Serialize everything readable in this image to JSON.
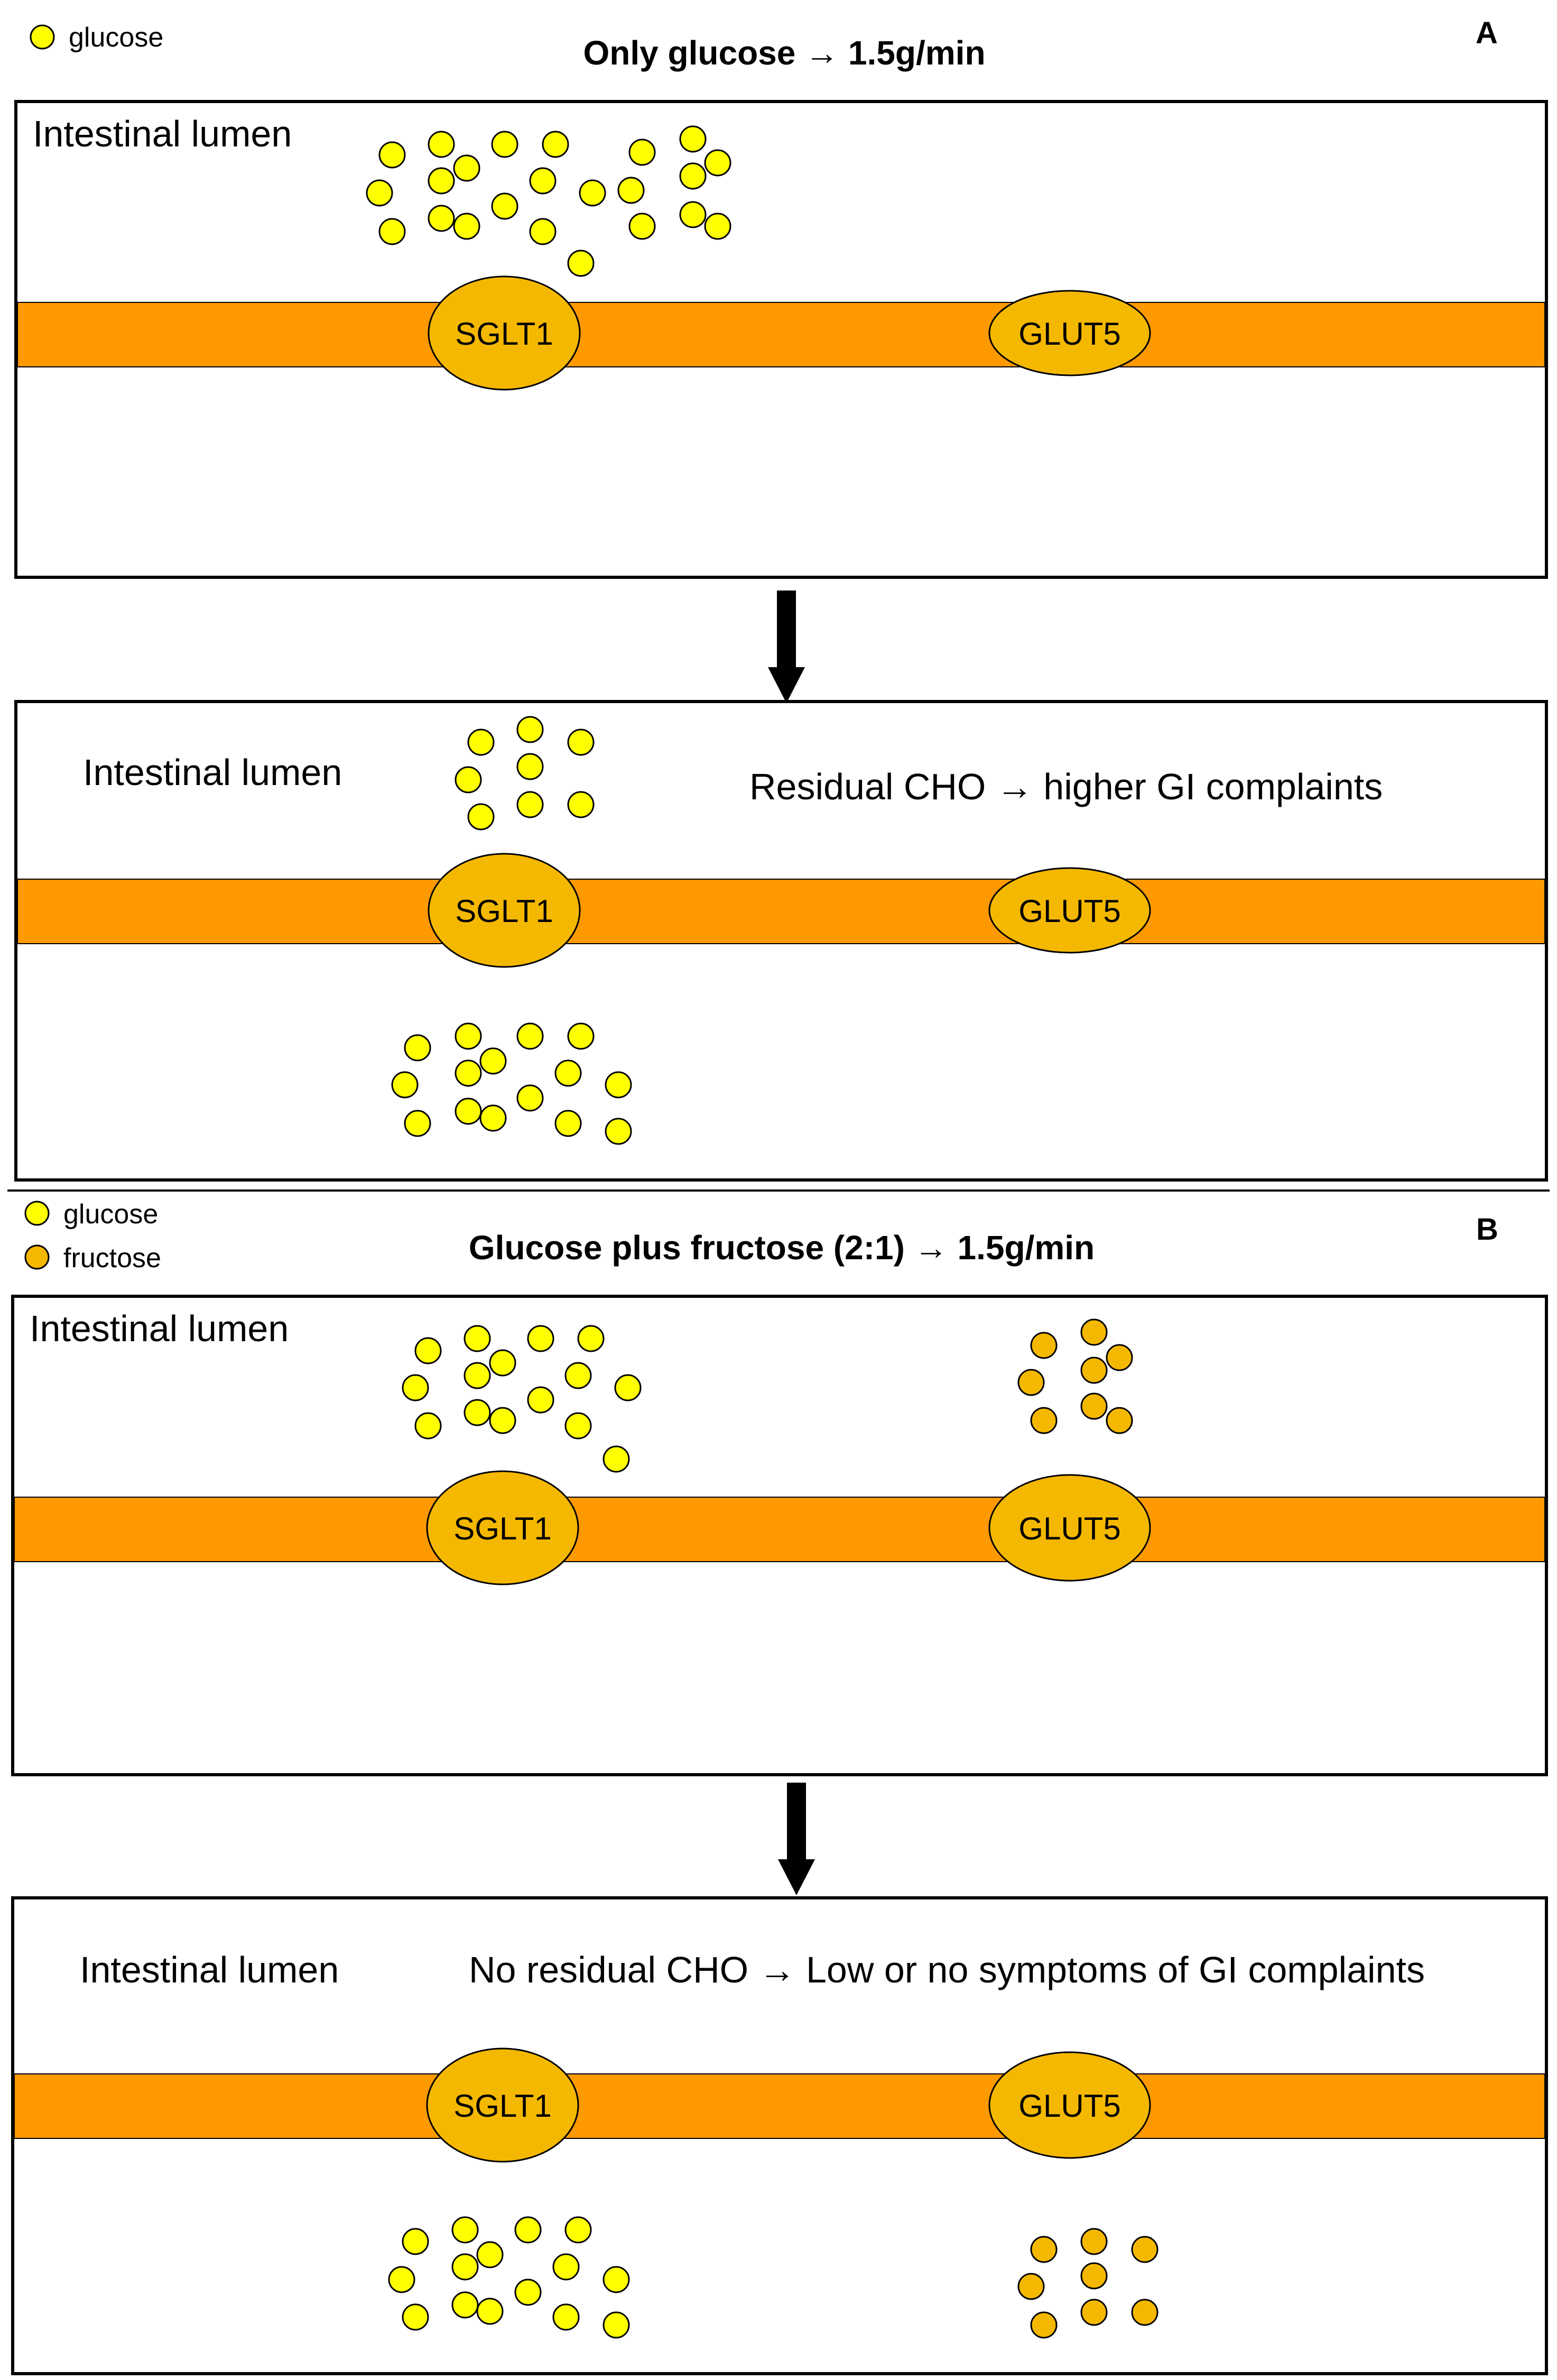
{
  "colors": {
    "glucose": "#ffff00",
    "fructose": "#f5b800",
    "membrane": "#ff9900",
    "transporter": "#f5b800",
    "outline": "#000000"
  },
  "panel_a": {
    "letter": "A",
    "title": "Only glucose → 1.5g/min",
    "legend": [
      {
        "label": "glucose",
        "color": "#ffff00"
      }
    ],
    "before": {
      "lumen_label": "Intestinal lumen",
      "note": "",
      "sglt1_label": "SGLT1",
      "glut5_label": "GLUT5"
    },
    "after": {
      "lumen_label": "Intestinal lumen",
      "note": "Residual CHO → higher GI complaints",
      "sglt1_label": "SGLT1",
      "glut5_label": "GLUT5"
    }
  },
  "panel_b": {
    "letter": "B",
    "title": "Glucose plus fructose (2:1) → 1.5g/min",
    "legend": [
      {
        "label": "glucose",
        "color": "#ffff00"
      },
      {
        "label": "fructose",
        "color": "#f5b800"
      }
    ],
    "before": {
      "lumen_label": "Intestinal lumen",
      "note": "",
      "sglt1_label": "SGLT1",
      "glut5_label": "GLUT5"
    },
    "after": {
      "lumen_label": "Intestinal lumen",
      "note": "No residual CHO → Low or no symptoms of GI complaints",
      "sglt1_label": "SGLT1",
      "glut5_label": "GLUT5"
    }
  }
}
